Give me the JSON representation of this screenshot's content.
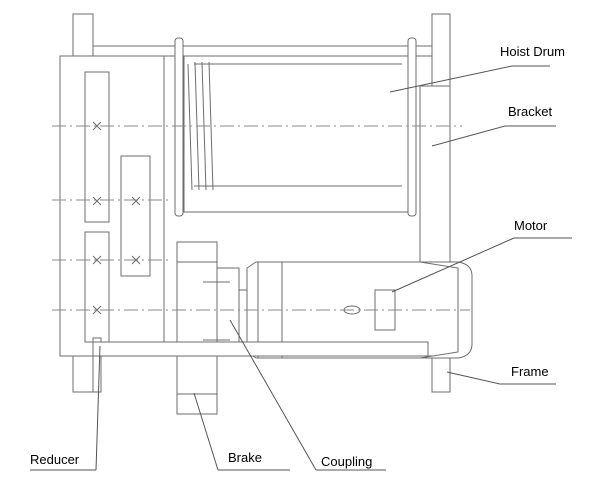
{
  "labels": {
    "hoist_drum": "Hoist Drum",
    "bracket": "Bracket",
    "motor": "Motor",
    "frame": "Frame",
    "reducer": "Reducer",
    "brake": "Brake",
    "coupling": "Coupling"
  },
  "colors": {
    "line": "#6d6d6d",
    "leader": "#555555",
    "text": "#000000",
    "background": "#ffffff"
  }
}
